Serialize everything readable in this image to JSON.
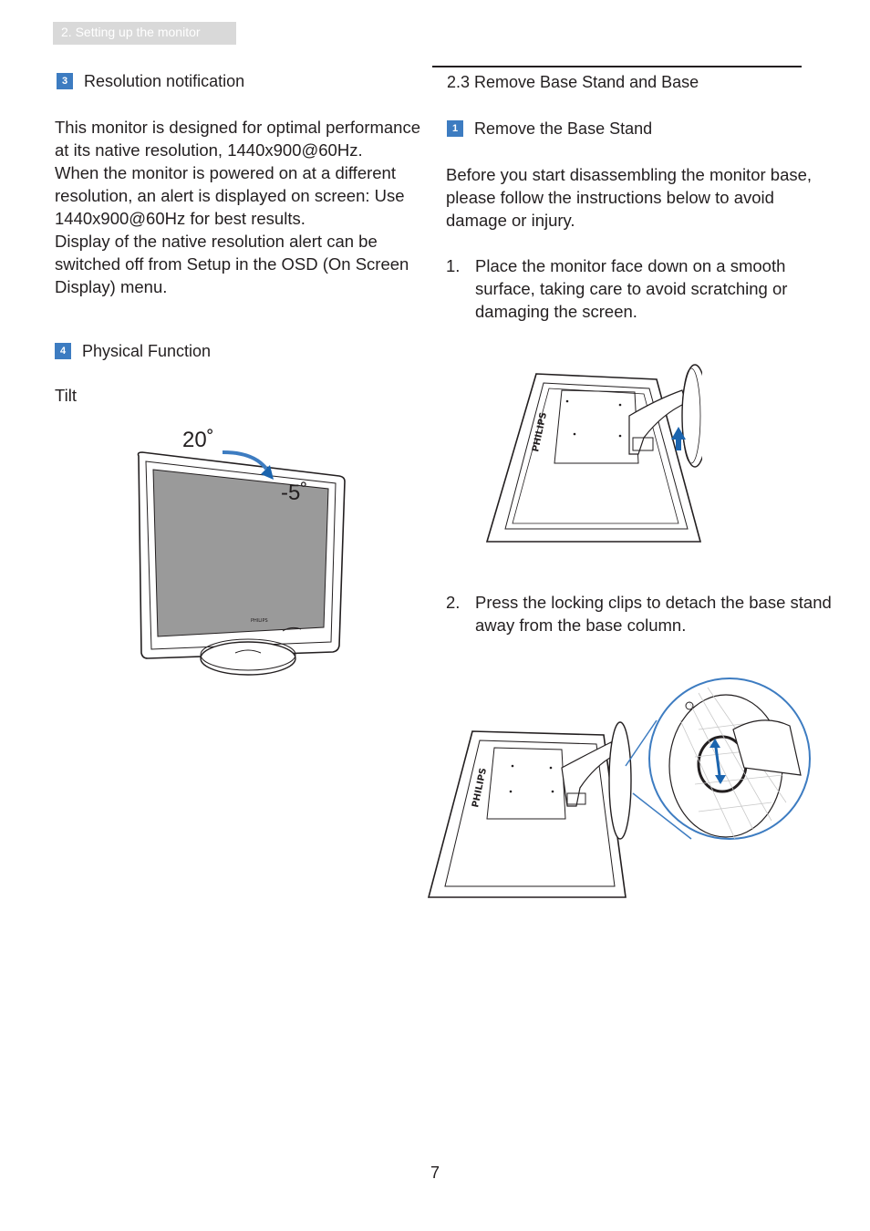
{
  "header": {
    "tab_label": "2. Setting up the monitor"
  },
  "left": {
    "resolution": {
      "badge": "3",
      "title": "Resolution notification",
      "lines": [
        "This monitor is designed for optimal performance",
        "at its native resolution, 1440x900@60Hz.",
        "When the monitor is powered on at a different",
        "resolution, an alert is displayed on screen: Use",
        "1440x900@60Hz for best results.",
        "Display of the native resolution alert can be",
        "switched off from Setup in the OSD (On Screen",
        "Display) menu."
      ]
    },
    "physical": {
      "badge": "4",
      "title": "Physical Function",
      "subtitle": "Tilt",
      "angle_top": "20˚",
      "angle_bottom": "-5˚"
    }
  },
  "right": {
    "section_title": "2.3 Remove Base Stand and Base",
    "stand": {
      "badge": "1",
      "title": "Remove the Base Stand",
      "intro_lines": [
        "Before you start disassembling the monitor base,",
        "please follow the instructions below to avoid",
        "damage or injury."
      ],
      "steps": [
        {
          "num": "1.",
          "lines": [
            "Place the monitor face down on a smooth",
            "surface, taking care to avoid scratching or",
            "damaging the screen."
          ]
        },
        {
          "num": "2.",
          "lines": [
            "Press the locking clips to detach the base stand",
            "away from the base column."
          ]
        }
      ]
    },
    "brand_label": "PHILIPS"
  },
  "footer": {
    "page_number": "7"
  },
  "colors": {
    "accent": "#3d7cc1",
    "tab_bg": "#d9d9d9",
    "text": "#231f20",
    "arrow_blue": "#1b64ae"
  }
}
